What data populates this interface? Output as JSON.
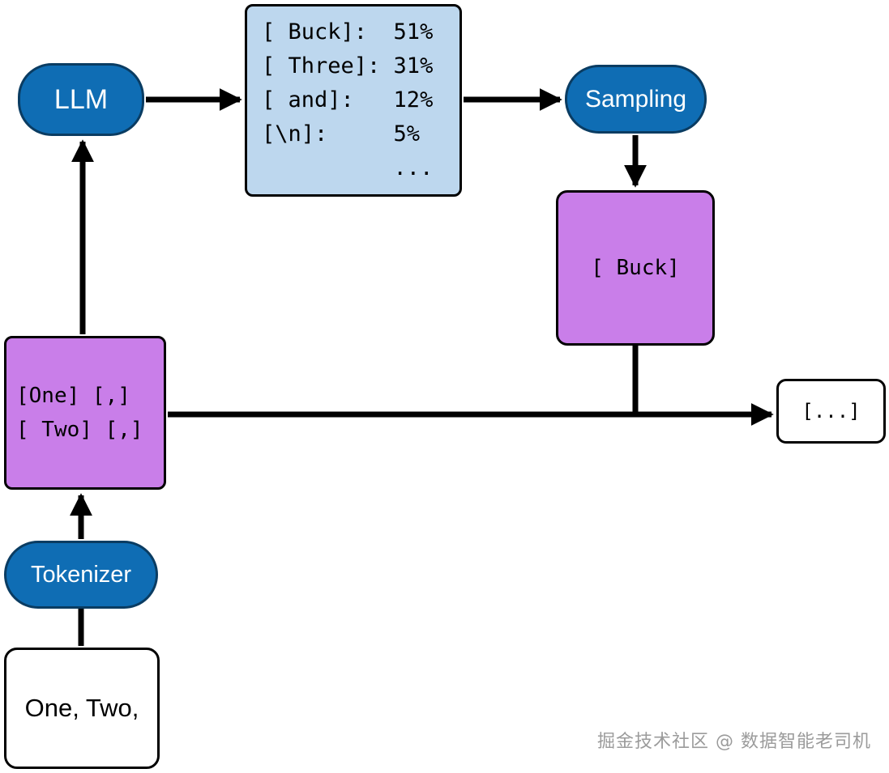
{
  "diagram": {
    "nodes": {
      "llm": "LLM",
      "sampling": "Sampling",
      "tokenizer": "Tokenizer",
      "input_text": "One, Two,",
      "sampled_token": "[ Buck]",
      "output_ellipsis": "[...]"
    },
    "tokens": {
      "line1": "[One] [,]",
      "line2": "[ Two] [,]"
    },
    "probabilities": [
      "[ Buck]:  51%",
      "[ Three]: 31%",
      "[ and]:   12%",
      "[\\n]:     5%",
      "          ..."
    ],
    "colors": {
      "node_blue": "#0f6db4",
      "node_blue_border": "#0a3c62",
      "prob_lightblue": "#bdd7ee",
      "token_purple": "#c97ee9",
      "line_black": "#000000"
    },
    "watermark": "掘金技术社区 @ 数据智能老司机"
  }
}
